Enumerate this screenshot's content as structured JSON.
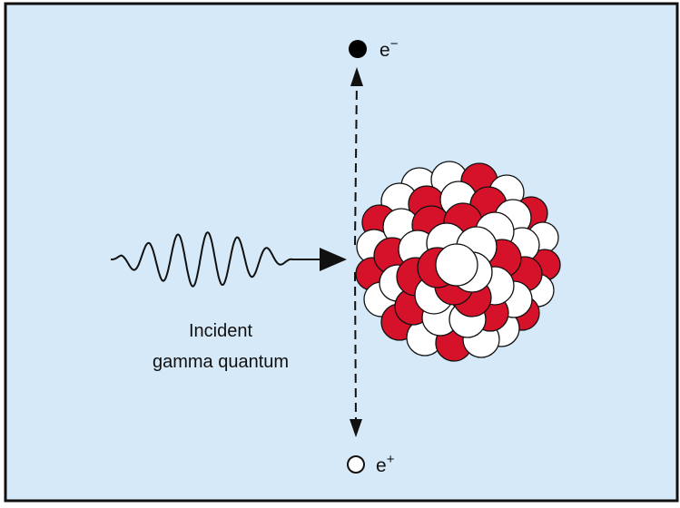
{
  "diagram": {
    "background_color": "#d6e9f8",
    "border_color": "#111111",
    "proton_color": "#d6122a",
    "neutron_color": "#ffffff",
    "incident_label": {
      "line1": "Incident",
      "line2": "gamma quantum"
    },
    "electron": {
      "symbol": "e",
      "charge": "−",
      "marker": "filled-circle"
    },
    "positron": {
      "symbol": "e",
      "charge": "+",
      "marker": "open-circle"
    },
    "nucleus": {
      "description_icon": "nucleus-cluster-icon"
    }
  }
}
